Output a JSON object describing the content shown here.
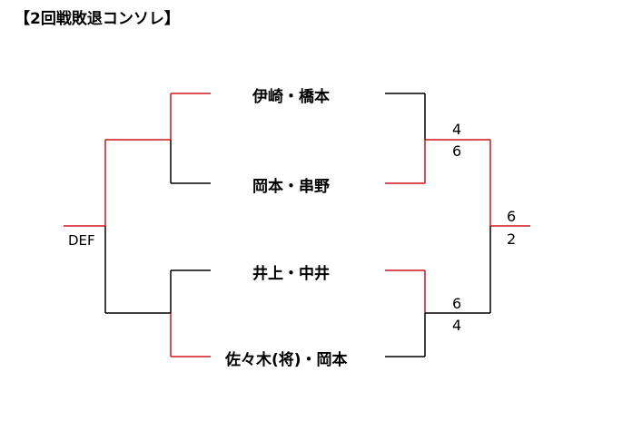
{
  "title": "【2回戦敗退コンソレ】",
  "colors": {
    "winner_line": "#d0121b",
    "loser_line": "#000000"
  },
  "left_bye_label": "DEF",
  "players": [
    "伊崎・橋本",
    "岡本・串野",
    "井上・中井",
    "佐々木(将)・岡本"
  ],
  "semifinal_scores": [
    {
      "top": "4",
      "bottom": "6"
    },
    {
      "top": "6",
      "bottom": "4"
    }
  ],
  "final_score": {
    "top": "6",
    "bottom": "2"
  }
}
